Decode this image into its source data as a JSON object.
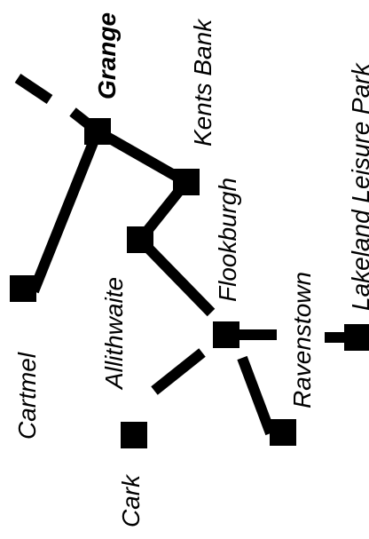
{
  "map": {
    "line_color": "#000000",
    "background_color": "#ffffff",
    "stations": [
      {
        "id": "grange",
        "name": "Grange",
        "bold": true
      },
      {
        "id": "kents-bank",
        "name": "Kents Bank",
        "bold": false
      },
      {
        "id": "cartmel",
        "name": "Cartmel",
        "bold": false
      },
      {
        "id": "allithwaite",
        "name": "Allithwaite",
        "bold": false
      },
      {
        "id": "flookburgh",
        "name": "Flookburgh",
        "bold": false
      },
      {
        "id": "ravenstown",
        "name": "Ravenstown",
        "bold": false
      },
      {
        "id": "cark",
        "name": "Cark",
        "bold": false
      },
      {
        "id": "lakeland-leisure-park",
        "name": "Lakeland Leisure Park",
        "bold": false
      }
    ]
  }
}
